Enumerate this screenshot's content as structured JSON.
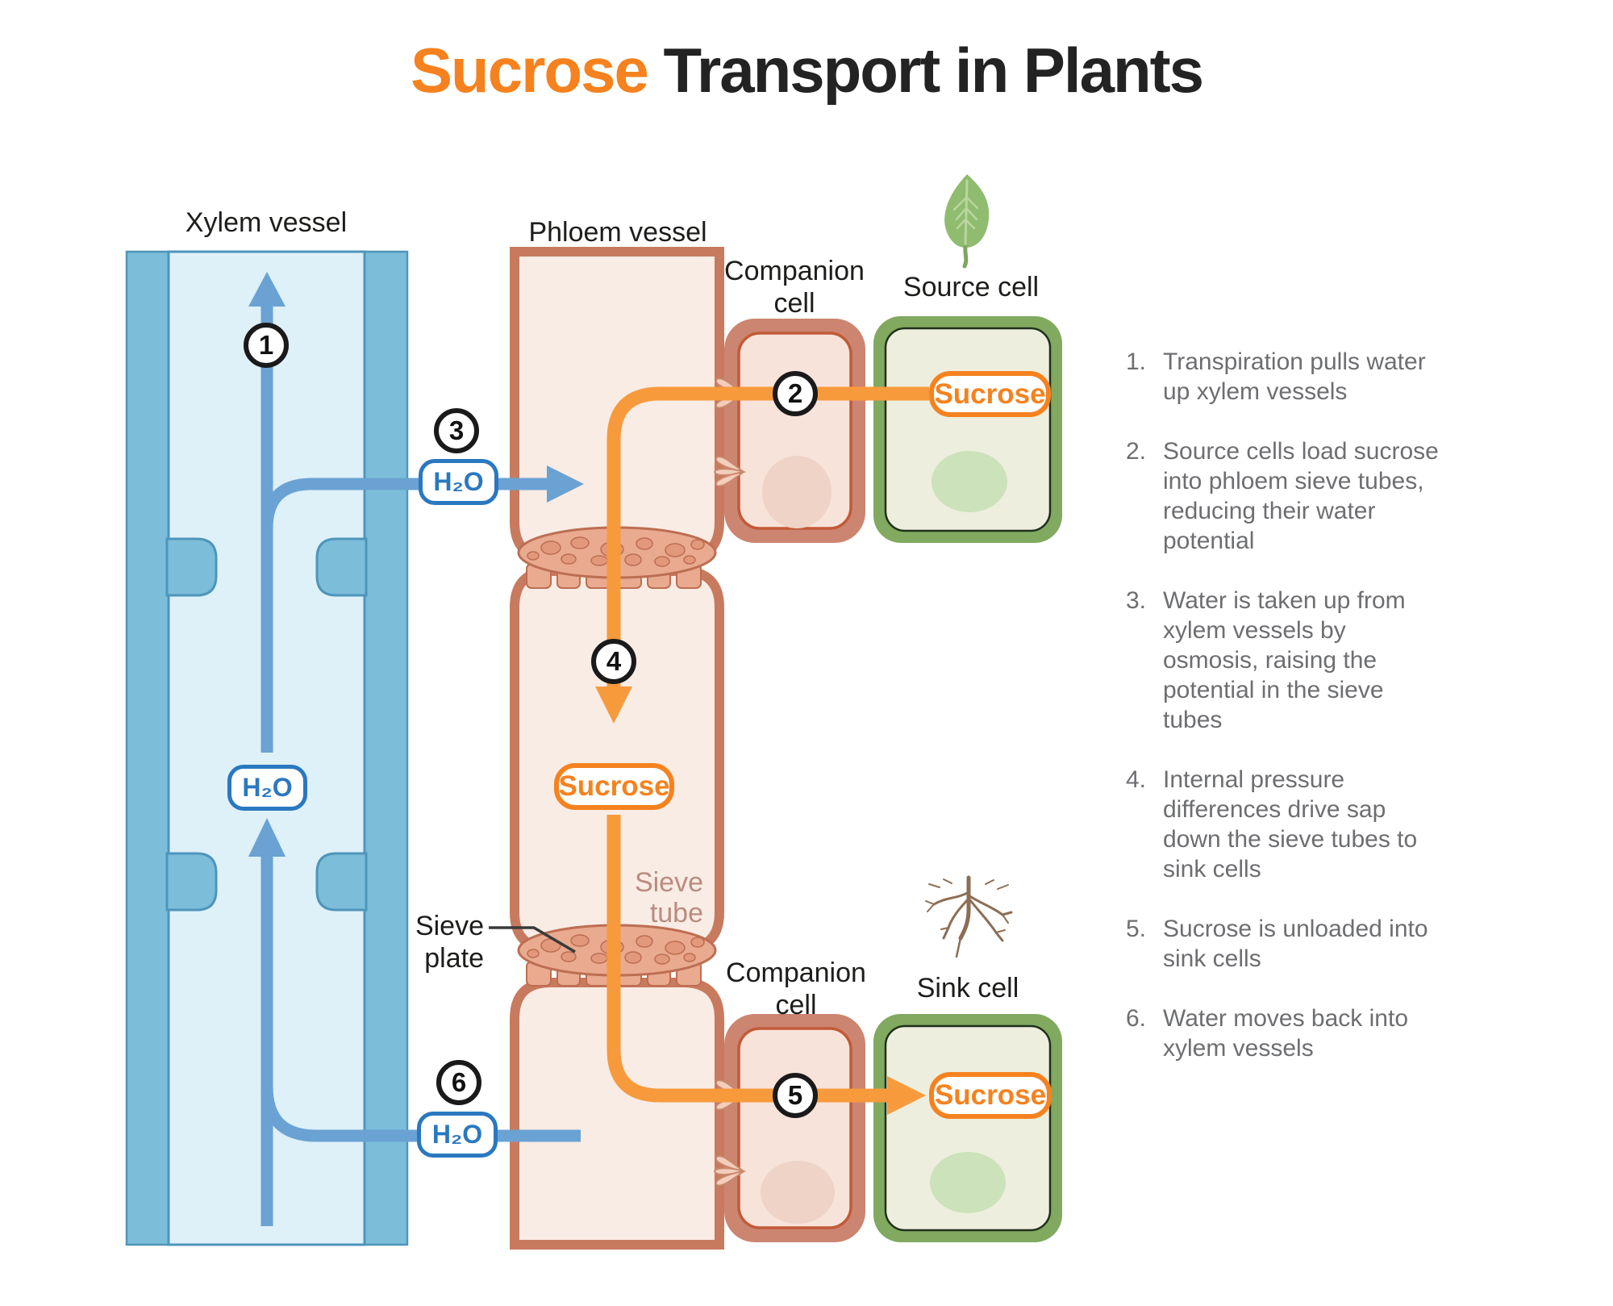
{
  "title": {
    "highlight": "Sucrose",
    "rest": " Transport in Plants"
  },
  "labels": {
    "xylem": "Xylem vessel",
    "phloem": "Phloem vessel",
    "companion_top": "Companion cell",
    "source": "Source cell",
    "sieve_tube": "Sieve tube",
    "sieve_plate": "Sieve plate",
    "companion_bottom": "Companion cell",
    "sink": "Sink cell"
  },
  "molecules": {
    "water": "H₂O",
    "sucrose": "Sucrose"
  },
  "markers": [
    "1",
    "2",
    "3",
    "4",
    "5",
    "6"
  ],
  "steps": [
    {
      "num": "1.",
      "text": "Transpiration pulls water up xylem vessels"
    },
    {
      "num": "2.",
      "text": "Source cells load sucrose into phloem sieve tubes, reducing their water potential"
    },
    {
      "num": "3.",
      "text": "Water is taken up from xylem vessels by osmosis, raising the potential in the sieve tubes"
    },
    {
      "num": "4.",
      "text": "Internal pressure differences drive sap down the sieve tubes to sink cells"
    },
    {
      "num": "5.",
      "text": "Sucrose is unloaded into sink cells"
    },
    {
      "num": "6.",
      "text": "Water moves back into xylem vessels"
    }
  ],
  "colors": {
    "accent": "#f5821f",
    "line_orange": "#f79a3c",
    "line_blue": "#6aa2d3",
    "water_blue": "#2a78c0",
    "xylem_wall": "#7cbeda",
    "xylem_fill": "#def0f8",
    "xylem_edge": "#4e95bb",
    "phloem_wall": "#c87a5f",
    "phloem_fill": "#f9ece5",
    "plate_fill": "#e9aa90",
    "plate_hole": "#e2987b",
    "plate_edge": "#bd6e52",
    "comp_band": "#cc8570",
    "comp_fill": "#f8e3da",
    "comp_edge": "#c25a38",
    "green_band": "#81a95f",
    "green_fill": "#edeedd",
    "nucleus_pink": "#eed3c6",
    "nucleus_green": "#cce2ba",
    "funnel_fill": "#f4cdbb",
    "funnel_edge": "#c9886c",
    "title_dark": "#232323",
    "label_dark": "#1d1d1b",
    "list_gray": "#6d6e71",
    "sieve_tube_label": "#b98c80",
    "marker_border": "#1a1a1a",
    "root_brown": "#8b6e54",
    "leaf_green": "#8fbc6f",
    "leaf_vein": "#b9d69e",
    "leaf_stem": "#7fa65e"
  }
}
